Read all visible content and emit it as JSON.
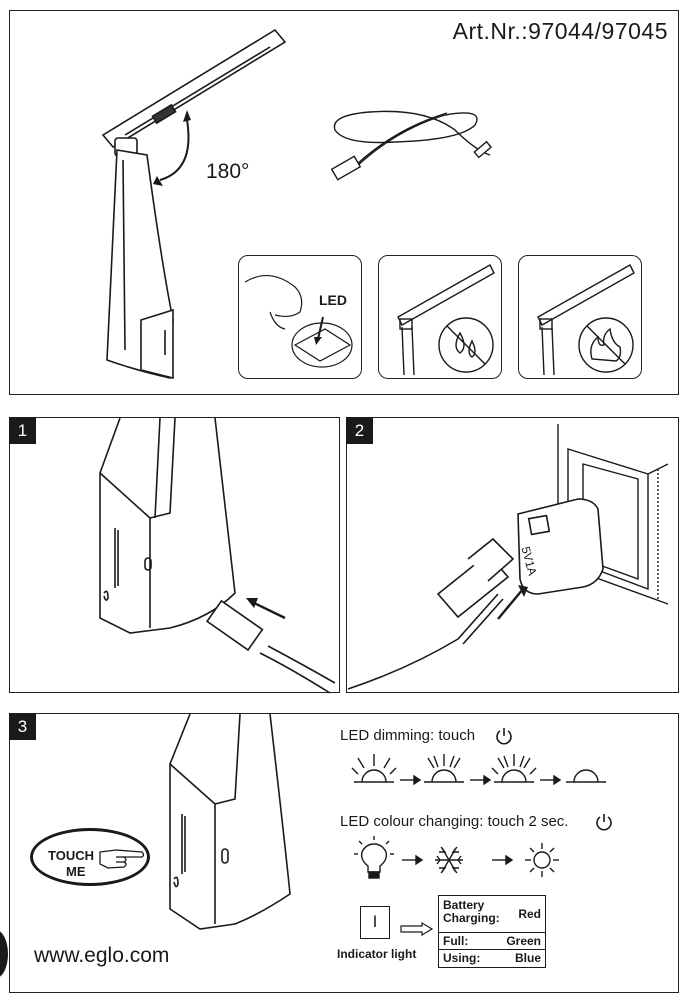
{
  "header": {
    "article_number": "Art.Nr.:97044/97045"
  },
  "overview": {
    "rotation_label": "180°",
    "led_label": "LED"
  },
  "step1": {
    "number": "1"
  },
  "step2": {
    "number": "2",
    "adapter_rating": "5V1A"
  },
  "step3": {
    "number": "3",
    "touch_me_line1": "TOUCH",
    "touch_me_line2": "ME",
    "dimming_label": "LED dimming: touch",
    "colour_label": "LED colour changing: touch 2 sec.",
    "indicator_symbol": "I",
    "indicator_label": "Indicator light",
    "status_table": [
      {
        "state": "Battery Charging:",
        "color": "Red"
      },
      {
        "state": "Full:",
        "color": "Green"
      },
      {
        "state": "Using:",
        "color": "Blue"
      }
    ]
  },
  "footer": {
    "website": "www.eglo.com"
  },
  "icons": [
    "power-icon",
    "sun-icon",
    "snowflake-icon",
    "bulb-icon",
    "sunrise-icon",
    "usb-cable-icon",
    "water-drop-icon",
    "fire-icon",
    "arrow-right-icon"
  ]
}
